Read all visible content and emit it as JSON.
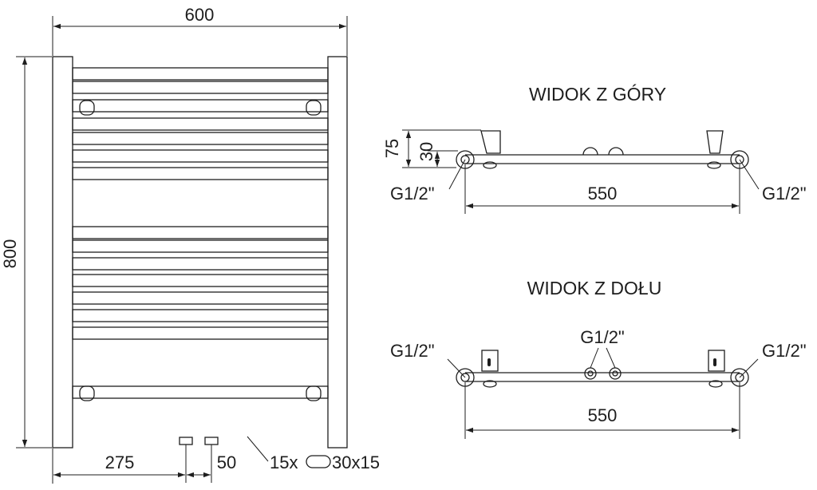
{
  "front_view": {
    "width_label": "600",
    "height_label": "800",
    "offset_label": "275",
    "spacing_label": "50",
    "tube_count_prefix": "15x",
    "tube_size_label": "30x15"
  },
  "top_view": {
    "title": "WIDOK Z GÓRY",
    "depth_label": "75",
    "pipe_depth_label": "30",
    "span_label": "550",
    "connector_left": "G1/2\"",
    "connector_right": "G1/2\""
  },
  "bottom_view": {
    "title": "WIDOK Z DOŁU",
    "span_label": "550",
    "connector_left": "G1/2\"",
    "connector_center": "G1/2\"",
    "connector_right": "G1/2\""
  }
}
